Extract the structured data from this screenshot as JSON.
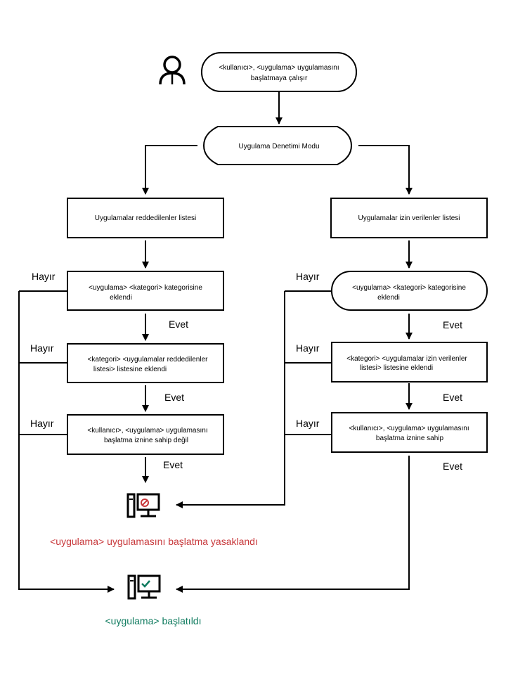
{
  "nodes": {
    "start": {
      "line1": "<kullanıcı>,  <uygulama> uygulamasını",
      "line2": "başlatmaya çalışır"
    },
    "mode": {
      "line1": "Uygulama Denetimi Modu"
    },
    "deny_list": {
      "line1": "Uygulamalar reddedilenler listesi"
    },
    "allow_list": {
      "line1": "Uygulamalar izin verilenler listesi"
    },
    "deny_cat_check": {
      "line1": "<uygulama>  <kategori> kategorisine",
      "line2": "eklendi"
    },
    "allow_cat_check": {
      "line1": "<uygulama>  <kategori> kategorisine",
      "line2": "eklendi"
    },
    "deny_list_check": {
      "line1": "<kategori> <uygulamalar reddedilenler",
      "line2": "listesi> listesine eklendi"
    },
    "allow_list_check": {
      "line1": "<kategori> <uygulamalar izin verilenler",
      "line2": "listesi> listesine eklendi"
    },
    "deny_user_check": {
      "line1": "<kullanıcı>,  <uygulama> uygulamasını",
      "line2": "başlatma iznine sahip değil"
    },
    "allow_user_check": {
      "line1": "<kullanıcı>,  <uygulama> uygulamasını",
      "line2": "başlatma iznine sahip"
    }
  },
  "labels": {
    "no": "Hayır",
    "yes": "Evet"
  },
  "results": {
    "blocked": {
      "text": "<uygulama>  uygulamasını  başlatma  yasaklandı",
      "icon": "computer-blocked-icon",
      "color": "#c8393c"
    },
    "started": {
      "text": "<uygulama>  başlatıldı",
      "icon": "computer-allowed-icon",
      "color": "#0f7b5f"
    }
  },
  "colors": {
    "blocked": "#c8393c",
    "started": "#0f7b5f",
    "stroke": "#000000"
  }
}
